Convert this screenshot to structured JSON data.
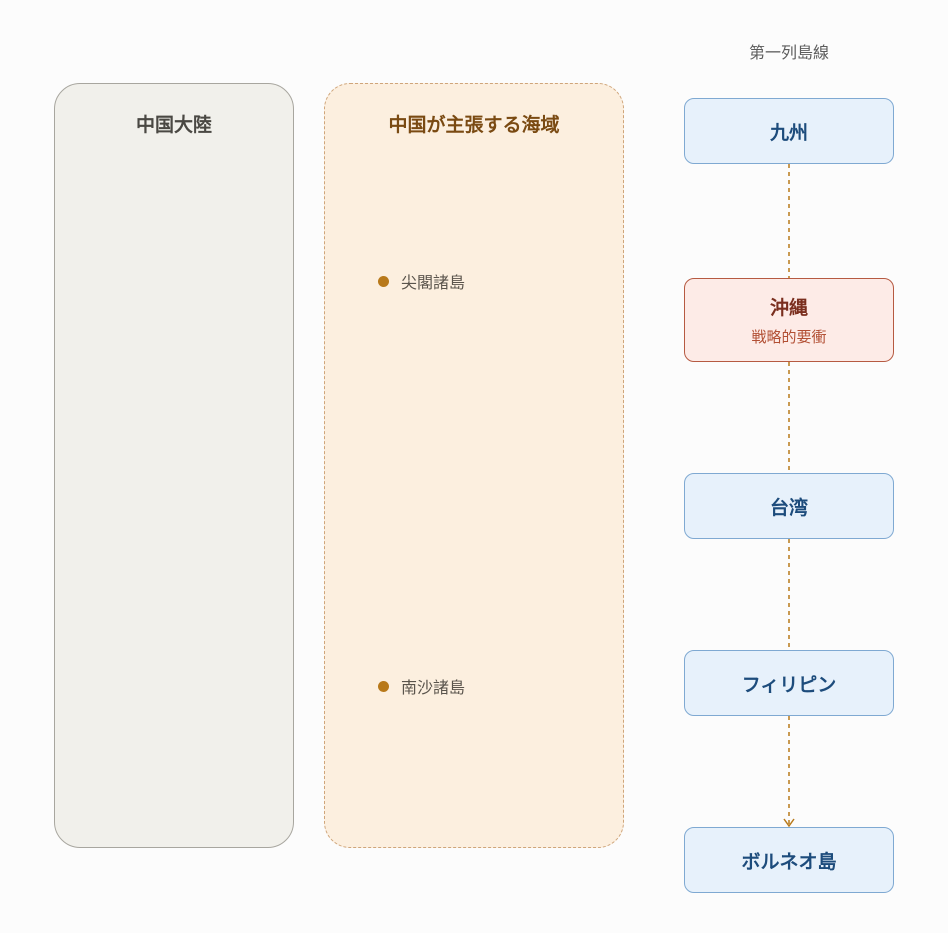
{
  "regions": {
    "mainland": {
      "title": "中国大陸"
    },
    "claimed_sea": {
      "title": "中国が主張する海域",
      "islands": [
        {
          "label": "尖閣諸島"
        },
        {
          "label": "南沙諸島"
        }
      ]
    }
  },
  "island_chain": {
    "title": "第一列島線",
    "nodes": [
      {
        "label": "九州"
      },
      {
        "label": "沖縄",
        "sublabel": "戦略的要衝"
      },
      {
        "label": "台湾"
      },
      {
        "label": "フィリピン"
      },
      {
        "label": "ボルネオ島"
      }
    ]
  },
  "colors": {
    "node_fill": "#e7f1fb",
    "node_border": "#7fa9d2",
    "highlight_fill": "#fdebe7",
    "highlight_border": "#b65a42",
    "chain_line": "#b8791a",
    "claim_fill": "#fcefdf",
    "mainland_fill": "#f1f0eb"
  }
}
